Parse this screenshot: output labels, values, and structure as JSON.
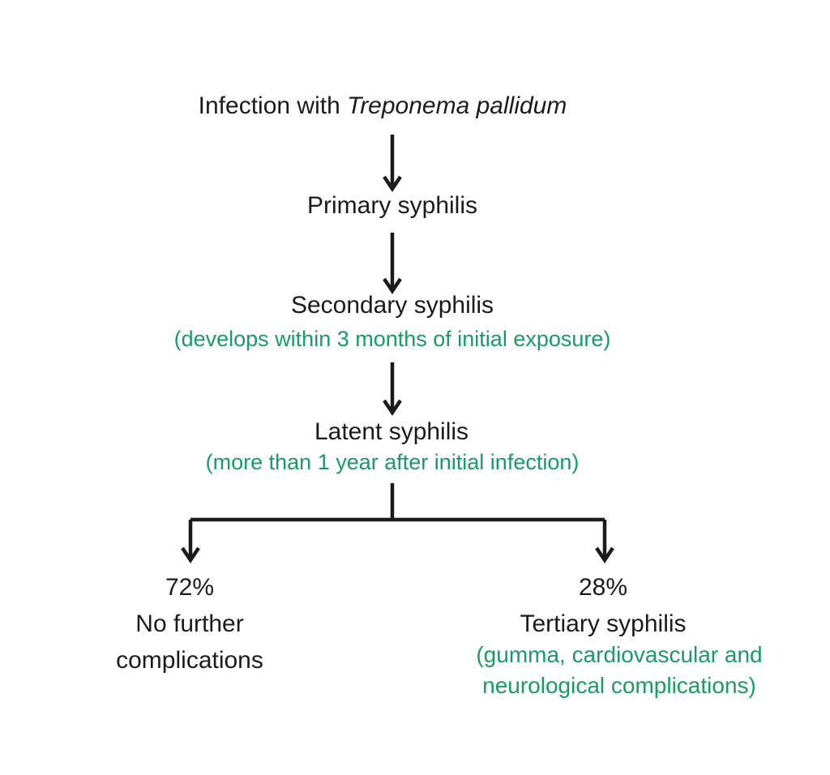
{
  "colors": {
    "background": "#ffffff",
    "text_black": "#1b1b1b",
    "accent_green": "#189c64"
  },
  "flowchart": {
    "title": {
      "prefix": "Infection with ",
      "species_italic": "Treponema pallidum"
    },
    "stages": [
      {
        "label": "Primary syphilis",
        "note": ""
      },
      {
        "label": "Secondary syphilis",
        "note": "(develops within 3 months of initial exposure)"
      },
      {
        "label": "Latent syphilis",
        "note": "(more than 1 year after initial infection)"
      }
    ],
    "outcomes": [
      {
        "percent": "72%",
        "label_lines": [
          "No further",
          "complications"
        ],
        "note_lines": []
      },
      {
        "percent": "28%",
        "label_lines": [
          "Tertiary syphilis"
        ],
        "note_lines": [
          "(gumma, cardiovascular and",
          "neurological complications)"
        ]
      }
    ]
  }
}
